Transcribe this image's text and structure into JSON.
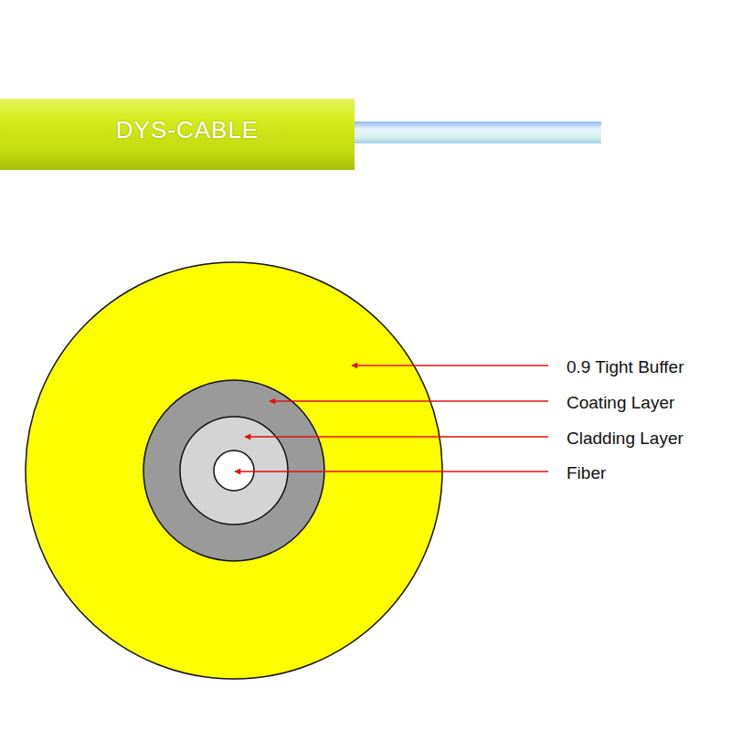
{
  "diagram": {
    "labels": [
      "DYS-CABLE",
      "0.9 Tight Buffer",
      "Coating Layer",
      "Cladding Layer",
      "Fiber"
    ]
  }
}
